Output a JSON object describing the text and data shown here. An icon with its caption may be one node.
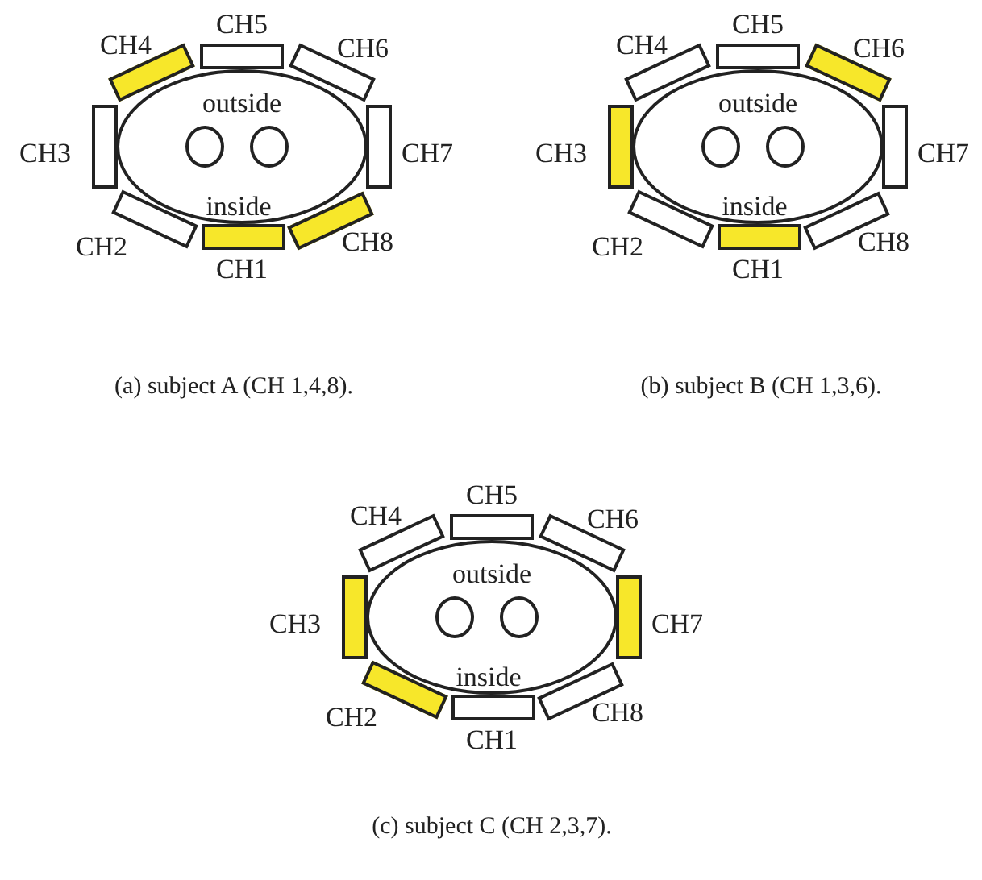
{
  "diagram": {
    "nodes": [
      {
        "text": [
          "outside",
          "inside"
        ]
      },
      {
        "text": [
          "CH1"
        ]
      },
      {
        "text": [
          "CH2"
        ]
      },
      {
        "text": [
          "CH3"
        ]
      },
      {
        "text": [
          "CH4"
        ]
      },
      {
        "text": [
          "CH5"
        ]
      },
      {
        "text": [
          "CH6"
        ]
      },
      {
        "text": [
          "CH7"
        ]
      },
      {
        "text": [
          "CH8"
        ]
      },
      {
        "text": [
          "outside",
          "inside"
        ]
      },
      {
        "text": [
          "CH1"
        ]
      },
      {
        "text": [
          "CH2"
        ]
      },
      {
        "text": [
          "CH3"
        ]
      },
      {
        "text": [
          "CH4"
        ]
      },
      {
        "text": [
          "CH5"
        ]
      },
      {
        "text": [
          "CH6"
        ]
      },
      {
        "text": [
          "CH7"
        ]
      },
      {
        "text": [
          "CH8"
        ]
      },
      {
        "text": [
          "outside",
          "inside"
        ]
      },
      {
        "text": [
          "CH1"
        ]
      },
      {
        "text": [
          "CH2"
        ]
      },
      {
        "text": [
          "CH3"
        ]
      },
      {
        "text": [
          "CH4"
        ]
      },
      {
        "text": [
          "CH5"
        ]
      },
      {
        "text": [
          "CH6"
        ]
      },
      {
        "text": [
          "CH7"
        ]
      },
      {
        "text": [
          "CH8"
        ]
      }
    ],
    "labels": [
      "(a) subject A (CH 1,4,8).",
      "(b) subject B (CH 1,3,6).",
      "(c) subject C (CH 2,3,7)."
    ]
  }
}
